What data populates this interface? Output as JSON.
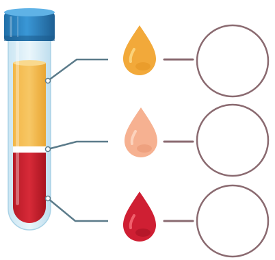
{
  "diagram": {
    "tube": {
      "cap_color": "#2f86c4",
      "plasma_color": "#f0b43c",
      "buffy_coat_color": "#ffffff",
      "red_cells_color": "#c8202e",
      "glass_color": "#d7eef8"
    },
    "layers": [
      {
        "id": "plasma",
        "drop_color": "#f2a93a",
        "drop_highlight": "#fbd27a",
        "answer": ""
      },
      {
        "id": "buffy-coat",
        "drop_color": "#f6b191",
        "drop_highlight": "#fcd3bd",
        "answer": ""
      },
      {
        "id": "red-blood-cells",
        "drop_color": "#cf1f33",
        "drop_highlight": "#f0606c",
        "answer": ""
      }
    ],
    "leader_line_color": "#5b7b8a",
    "connector_color": "#8a6a70",
    "answer_circle_color": "#8a6a70"
  }
}
